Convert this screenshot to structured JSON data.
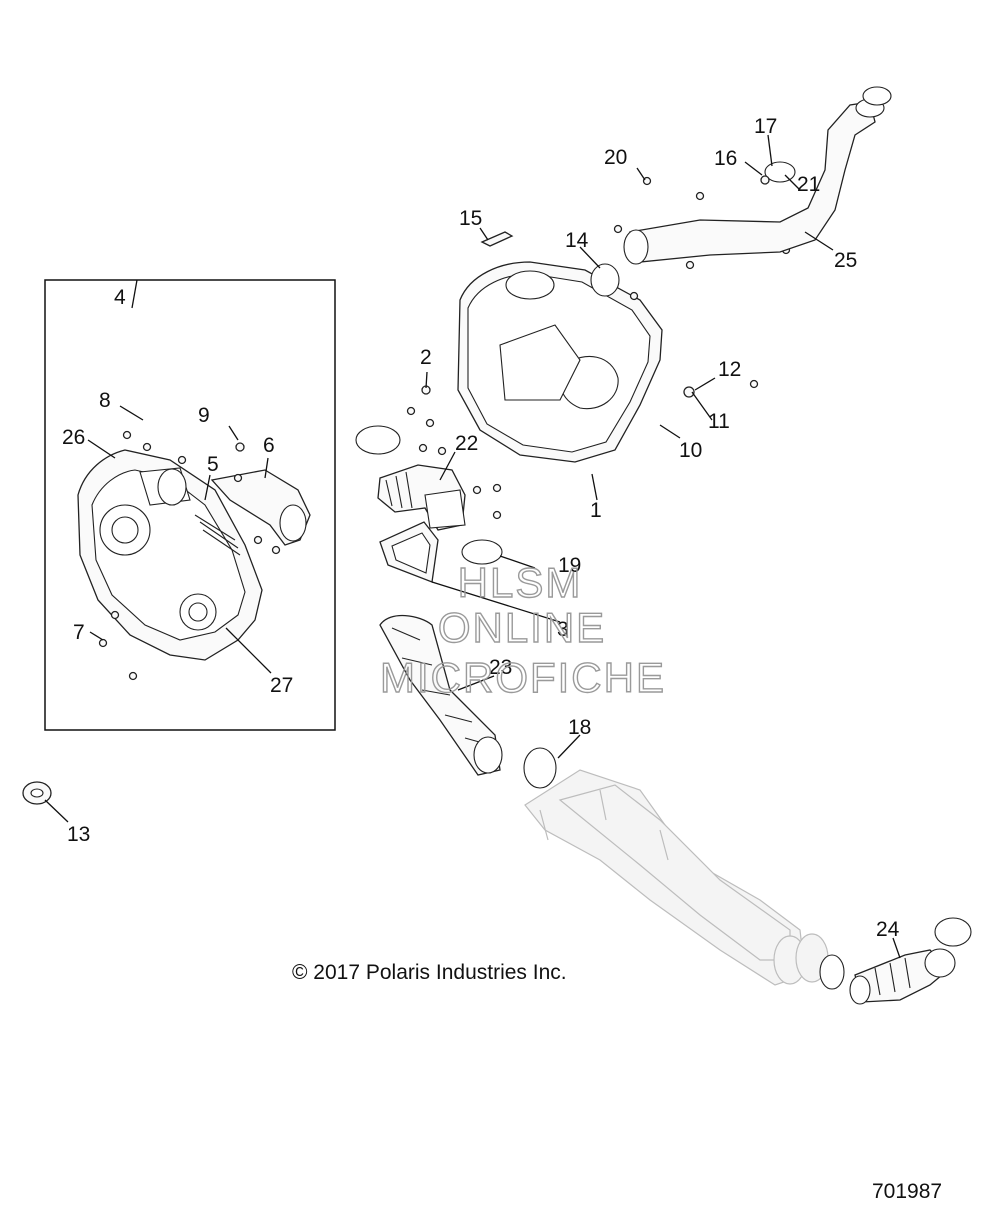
{
  "copyright": "© 2017 Polaris Industries Inc.",
  "diagram_number": "701987",
  "watermark": [
    "HLSM",
    "ONLINE",
    "MICROFICHE"
  ],
  "callouts": {
    "c1": "1",
    "c2": "2",
    "c3": "3",
    "c4": "4",
    "c5": "5",
    "c6": "6",
    "c7": "7",
    "c8": "8",
    "c9": "9",
    "c10": "10",
    "c11": "11",
    "c12": "12",
    "c13": "13",
    "c14": "14",
    "c15": "15",
    "c16": "16",
    "c17": "17",
    "c18": "18",
    "c19": "19",
    "c20": "20",
    "c21": "21",
    "c22": "22",
    "c23": "23",
    "c24": "24",
    "c25": "25",
    "c26": "26",
    "c27": "27"
  }
}
